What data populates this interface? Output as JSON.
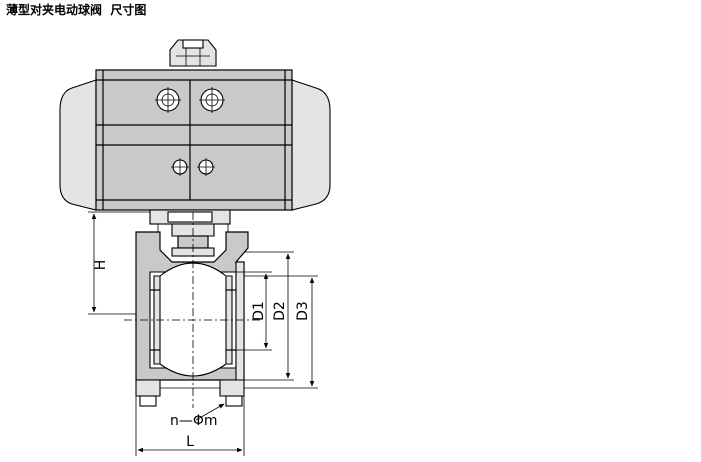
{
  "title": "薄型对夹电动球阀  尺寸图",
  "dimensions": {
    "H": "H",
    "D1": "D1",
    "D2": "D2",
    "D3": "D3",
    "bolt": "n—Φm",
    "L": "L"
  },
  "colors": {
    "line": "#000000",
    "body_fill": "#c9c9c9",
    "light_fill": "#e4e4e4",
    "background": "#ffffff"
  }
}
